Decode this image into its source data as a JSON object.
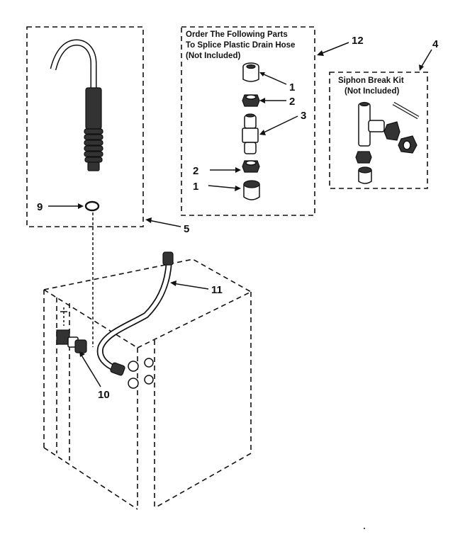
{
  "parts_box": {
    "title_line1": "Order The Following Parts",
    "title_line2": "To Splice Plastic Drain Hose",
    "title_line3": "(Not Included)",
    "callout": "12"
  },
  "siphon_box": {
    "title_line1": "Siphon Break Kit",
    "title_line2": "(Not Included)",
    "callout": "4"
  },
  "callouts": {
    "part_1_top": "1",
    "part_2_top": "2",
    "part_3": "3",
    "part_2_bottom": "2",
    "part_1_bottom": "1",
    "hose_assembly": "5",
    "clamp": "9",
    "connector": "10",
    "fill_hose": "11"
  }
}
